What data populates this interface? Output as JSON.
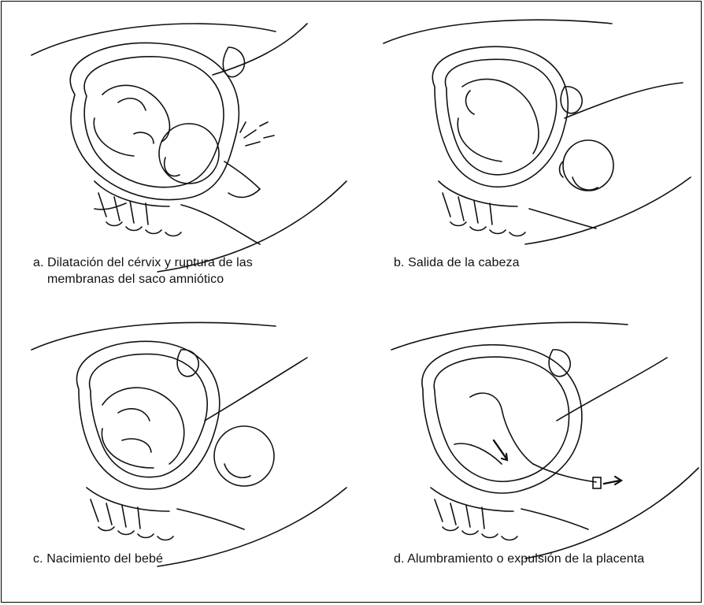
{
  "panels": [
    {
      "caption_line1": "a. Dilatación del cérvix y ruptura de las",
      "caption_line2": "membranas del saco amniótico"
    },
    {
      "caption_line1": "b. Salida de la cabeza",
      "caption_line2": ""
    },
    {
      "caption_line1": "c. Nacimiento del bebé",
      "caption_line2": ""
    },
    {
      "caption_line1": "d. Alumbramiento o expulsión de la placenta",
      "caption_line2": ""
    }
  ]
}
